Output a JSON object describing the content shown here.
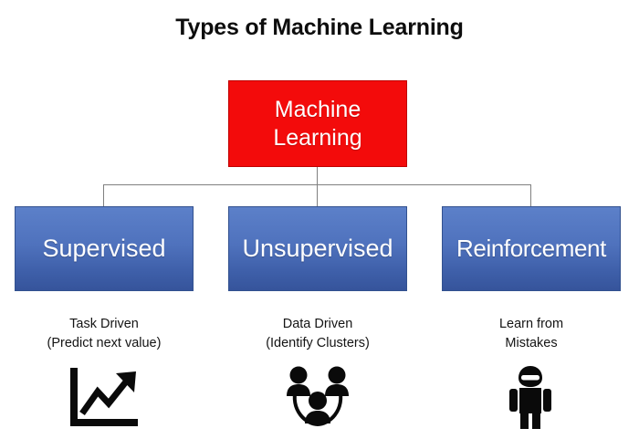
{
  "diagram": {
    "title": "Types of Machine Learning",
    "root": {
      "label": "Machine\nLearning",
      "color": "#f30b0b",
      "text_color": "#ffffff"
    },
    "branch_color_top": "#5c80c9",
    "branch_color_bottom": "#36549b",
    "connector_color": "#808080",
    "background": "#ffffff",
    "branches": [
      {
        "label": "Supervised",
        "caption": "Task Driven\n(Predict next value)",
        "icon": "line-chart-uptrend-icon"
      },
      {
        "label": "Unsupervised",
        "caption": "Data Driven\n(Identify Clusters)",
        "icon": "people-cluster-icon"
      },
      {
        "label": "Reinforcement",
        "caption": "Learn from\nMistakes",
        "icon": "robot-figure-icon"
      }
    ]
  }
}
